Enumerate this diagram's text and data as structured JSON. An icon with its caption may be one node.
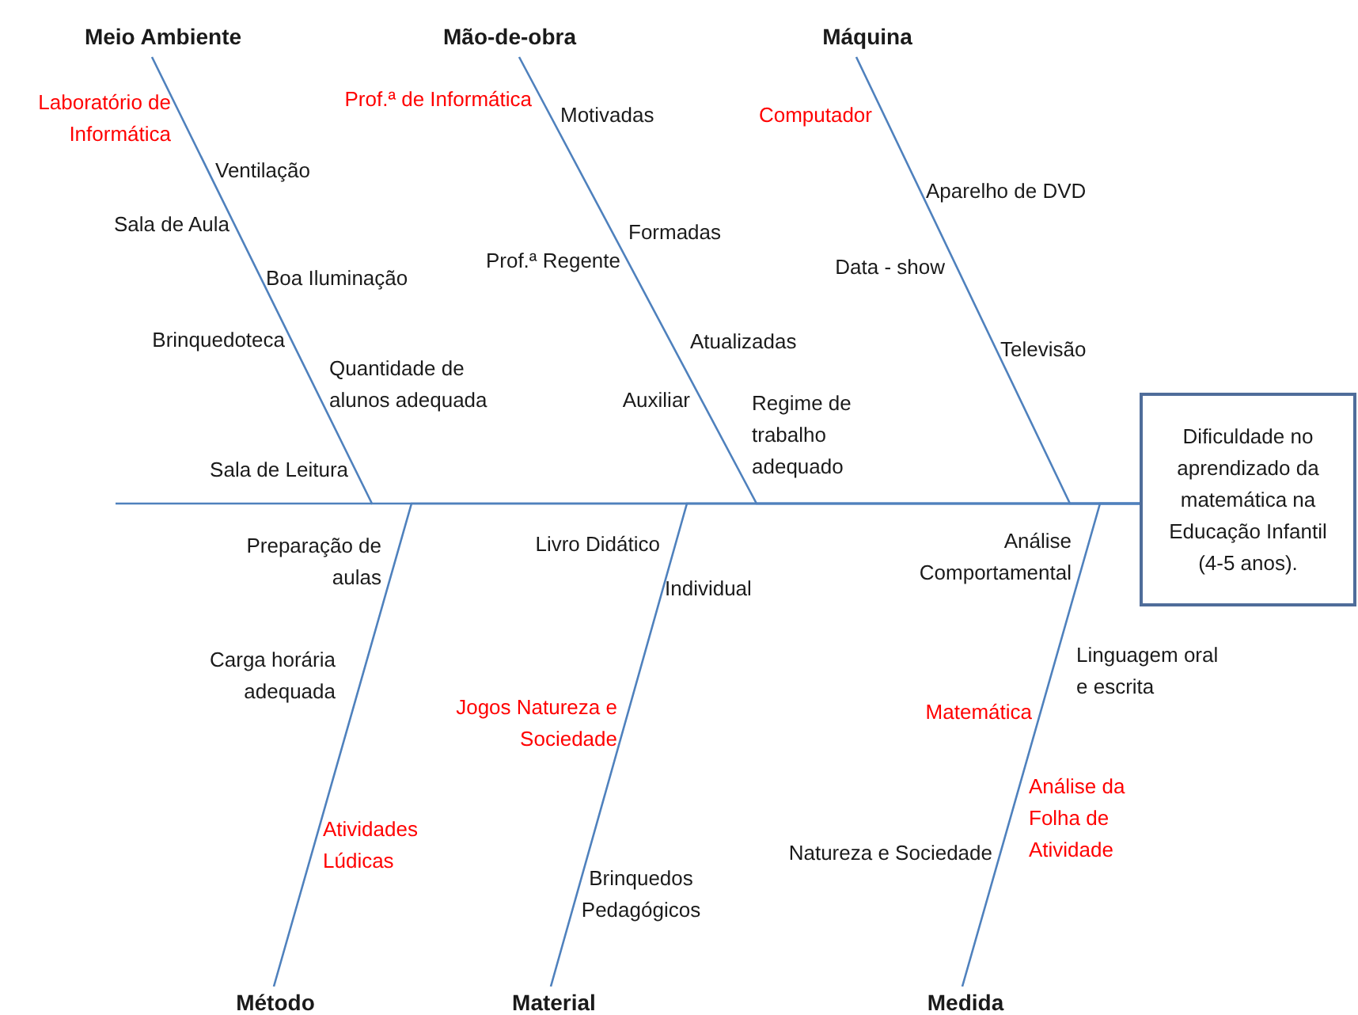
{
  "diagram": {
    "nodes": [
      {
        "text": [
          "Meio Ambiente"
        ]
      },
      {
        "text": [
          "Mão-de-obra"
        ]
      },
      {
        "text": [
          "Máquina"
        ]
      },
      {
        "text": [
          "Dificuldade no aprendizado da matemática na Educação Infantil (4-5 anos)."
        ]
      },
      {
        "text": [
          "Método"
        ]
      },
      {
        "text": [
          "Material"
        ]
      },
      {
        "text": [
          "Medida"
        ]
      }
    ],
    "edges": [
      {
        "from": 0,
        "to": 3,
        "arrow": "none"
      },
      {
        "from": 1,
        "to": 3,
        "arrow": "none"
      },
      {
        "from": 2,
        "to": 3,
        "arrow": "none"
      },
      {
        "from": 4,
        "to": 3,
        "arrow": "none"
      },
      {
        "from": 5,
        "to": 3,
        "arrow": "none"
      },
      {
        "from": 6,
        "to": 3,
        "arrow": "none"
      }
    ],
    "labels": [
      "Laboratório de Informática",
      "Ventilação",
      "Sala de Aula",
      "Boa Iluminação",
      "Brinquedoteca",
      "Quantidade de alunos adequada",
      "Sala de Leitura",
      "Prof.ª de Informática",
      "Motivadas",
      "Formadas",
      "Prof.ª Regente",
      "Atualizadas",
      "Auxiliar",
      "Regime de trabalho adequado",
      "Computador",
      "Aparelho de DVD",
      "Data - show",
      "Televisão",
      "Preparação de aulas",
      "Carga horária adequada",
      "Atividades Lúdicas",
      "Livro Didático",
      "Individual",
      "Jogos Natureza e Sociedade",
      "Brinquedos Pedagógicos",
      "Análise Comportamental",
      "Linguagem oral e escrita",
      "Matemática",
      "Análise da Folha de Atividade",
      "Natureza e Sociedade"
    ]
  }
}
